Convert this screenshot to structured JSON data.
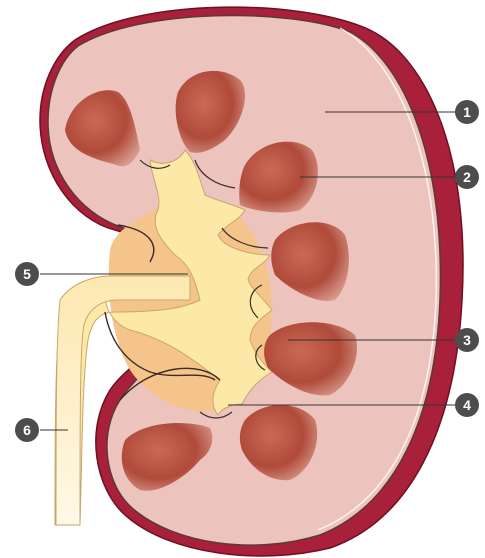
{
  "diagram": {
    "labels": [
      {
        "id": "1",
        "text": "1"
      },
      {
        "id": "2",
        "text": "2"
      },
      {
        "id": "3",
        "text": "3"
      },
      {
        "id": "4",
        "text": "4"
      },
      {
        "id": "5",
        "text": "5"
      },
      {
        "id": "6",
        "text": "6"
      }
    ]
  },
  "colors": {
    "capsule": "#a8203a",
    "cortex": "#edc3bd",
    "pyramid": "#b6523f",
    "pelvis": "#fce9a8",
    "sinus_fat": "#f5c48a",
    "ureter": "#fdf0c4",
    "label_badge": "#4d4d4d"
  }
}
